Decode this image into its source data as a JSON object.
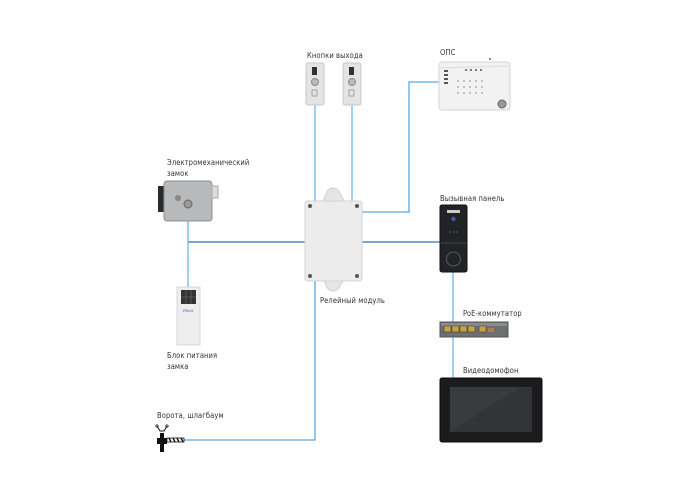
{
  "colors": {
    "wire_light": "#6cb6ea",
    "wire_dark": "#2f73b8",
    "device_grey": "#e9e9e9",
    "device_dark": "#1e1f22"
  },
  "labels": {
    "exit_buttons": "Кнопки выхода",
    "alarm_panel": "ОПС",
    "lock_line1": "Электромеханический",
    "lock_line2": "замок",
    "call_panel": "Вызывная панель",
    "relay_module": "Релейный модуль",
    "poe_switch": "PoE-коммутатор",
    "psu_line1": "Блок питания",
    "psu_line2": "замка",
    "video_intercom": "Видеодомофон",
    "gate": "Ворота, шлагбаум"
  },
  "devices": {
    "psu_brand": "PSlink"
  }
}
